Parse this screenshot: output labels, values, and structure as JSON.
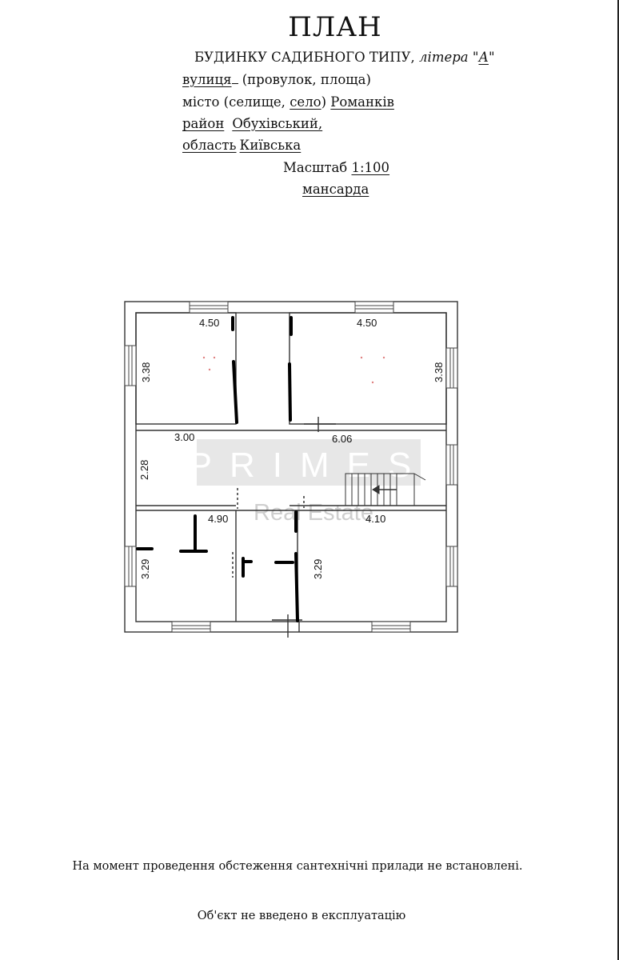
{
  "header": {
    "title": "ПЛАН",
    "subtitle_prefix": "БУДИНКУ САДИБНОГО ТИПУ, ",
    "subtitle_litera_label": "літера \"",
    "subtitle_litera_value": "А",
    "subtitle_litera_close": "\"",
    "street_label": "вулиця",
    "street_rest": " (провулок, площа)",
    "city_label": "місто (селище, ",
    "city_selected": "село",
    "city_close": ") ",
    "city_value": "Романків",
    "district_label": "район",
    "district_value": "Обухівський,",
    "region_label": "область",
    "region_value": "Київська",
    "scale_label": "Масштаб ",
    "scale_value": "1:100",
    "floor_value": "мансарда"
  },
  "plan": {
    "dimensions": {
      "top_left_width": "4.50",
      "top_right_width": "4.50",
      "top_left_height": "3.38",
      "top_right_height": "3.38",
      "middle_left_width": "3.00",
      "middle_right_width": "6.06",
      "middle_left_height": "2.28",
      "bottom_left_width": "4.90",
      "bottom_right_width": "4.10",
      "bottom_left_height": "3.29",
      "bottom_center_height": "3.29"
    },
    "watermark": {
      "brand": "PRIMES",
      "tagline": "Real Estate"
    }
  },
  "footer": {
    "note_fixtures": "На момент проведення обстеження сантехнічні прилади не встановлені.",
    "note_status": "Об'єкт не введено в експлуатацію"
  }
}
